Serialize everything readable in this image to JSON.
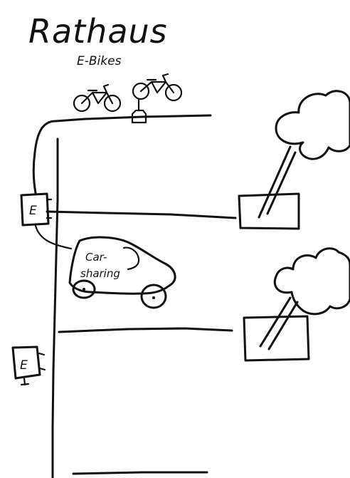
{
  "title": "Rathaus",
  "subtitle": "E-Bikes",
  "charging_label_top": "E",
  "charging_label_bottom": "E",
  "carsharing": {
    "line1": "Car-",
    "line2": "sharing"
  }
}
